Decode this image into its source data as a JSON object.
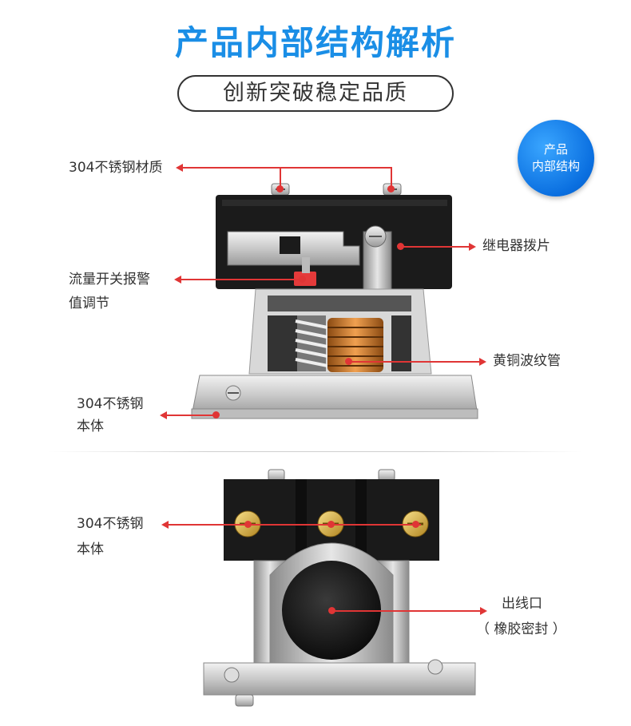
{
  "header": {
    "title": "产品内部结构解析",
    "subtitle": "创新突破稳定品质"
  },
  "badge": {
    "line1": "产品",
    "line2": "内部结构"
  },
  "labels_top": {
    "steel_material": "304不锈钢材质",
    "relay_paddle": "继电器拨片",
    "flow_switch_line1": "流量开关报警",
    "flow_switch_line2": "值调节",
    "brass_bellows": "黄铜波纹管",
    "steel_body_line1": "304不锈钢",
    "steel_body_line2": "本体"
  },
  "labels_bottom": {
    "steel_body_line1": "304不锈钢",
    "steel_body_line2": "本体",
    "outlet_line1": "出线口",
    "outlet_line2": "（ 橡胶密封 ）"
  },
  "colors": {
    "title_blue": "#1a8ee6",
    "badge_blue": "#0a6fe0",
    "pointer_red": "#e03535"
  }
}
